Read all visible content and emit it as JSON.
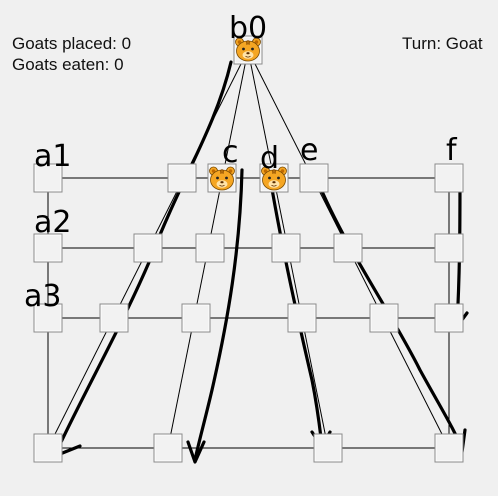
{
  "status": {
    "goats_placed": "Goats placed: 0",
    "goats_eaten": "Goats eaten: 0",
    "turn": "Turn: Goat"
  },
  "annotations": {
    "top_label": "b0",
    "row_a1": "a1",
    "row_a2": "a2",
    "row_a3": "a3",
    "col_c": "c",
    "col_d": "d",
    "col_e": "e",
    "col_f": "f"
  },
  "pieces": {
    "tiger_icon": "tiger-face-icon",
    "tiger_color": "#f5a623"
  }
}
